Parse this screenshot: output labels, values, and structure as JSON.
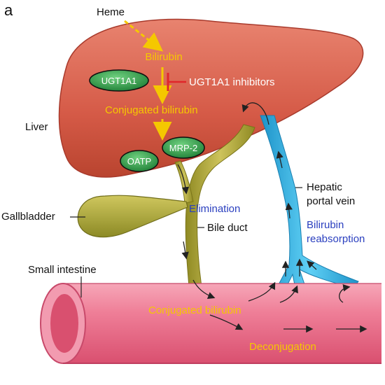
{
  "panel_letter": "a",
  "labels": {
    "heme": "Heme",
    "bilirubin": "Bilirubin",
    "ugt1a1": "UGT1A1",
    "inhibitors": "UGT1A1 inhibitors",
    "conjugated_liver": "Conjugated bilirubin",
    "liver": "Liver",
    "oatp": "OATP",
    "mrp2": "MRP-2",
    "hepatic_portal_vein_line1": "Hepatic",
    "hepatic_portal_vein_line2": "portal vein",
    "gallbladder": "Gallbladder",
    "elimination": "Elimination",
    "bile_duct": "Bile duct",
    "reabsorption_line1": "Bilirubin",
    "reabsorption_line2": "reabsorption",
    "small_intestine": "Small intestine",
    "conjugated_intestine": "Conjugated bilirubin",
    "deconjugation": "Deconjugation"
  },
  "colors": {
    "liver": "#d9624f",
    "liver_dark": "#a83a2c",
    "yellow_text": "#f5c800",
    "blue_text": "#2a3fbf",
    "vein": "#2fb4e6",
    "bile": "#b5ad3c",
    "enzyme_green": "#2e9c47",
    "intestine": "#ee7b96",
    "inhibitor_red": "#e0262a"
  }
}
